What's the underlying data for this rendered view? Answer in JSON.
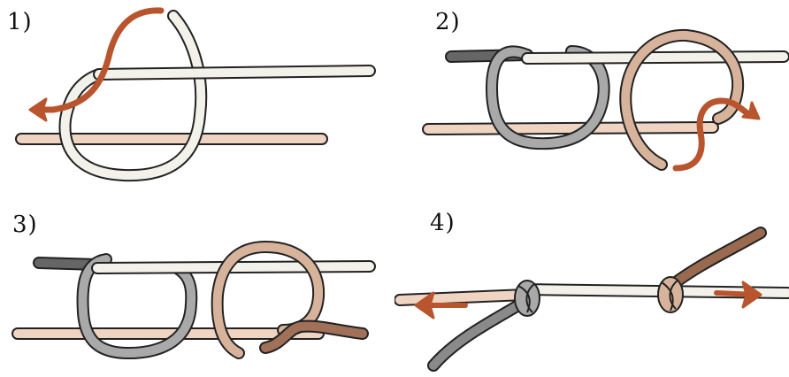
{
  "steps": [
    {
      "label": "1)"
    },
    {
      "label": "2)"
    },
    {
      "label": "3)"
    },
    {
      "label": "4)"
    }
  ],
  "colors": {
    "white_rope": "#f2f2ea",
    "pink_rope": "#efd4c2",
    "brown_rope": "#b9552e",
    "gray_rope": "#a9a9a9",
    "dark_gray_rope": "#666666",
    "tan_rope": "#d8b39b",
    "arrow": "#b9552e"
  }
}
